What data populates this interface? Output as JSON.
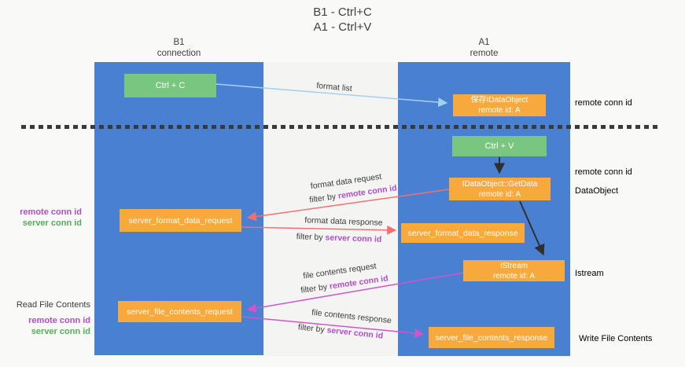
{
  "title": {
    "line1": "B1 - Ctrl+C",
    "line2": "A1 - Ctrl+V"
  },
  "columns": {
    "b1": {
      "name": "B1",
      "role": "connection"
    },
    "a1": {
      "name": "A1",
      "role": "remote"
    }
  },
  "nodes": {
    "ctrl_c": {
      "label": "Ctrl + C"
    },
    "ctrl_v": {
      "label": "Ctrl + V"
    },
    "save_dataobject": {
      "line1": "保存IDataObject",
      "line2": "remote id: A"
    },
    "getdata": {
      "line1": "IDataObject::GetData",
      "line2": "remote id: A"
    },
    "istream": {
      "line1": "IStream",
      "line2": "remote id: A"
    },
    "format_request": {
      "label": "server_format_data_request"
    },
    "format_response": {
      "label": "server_format_data_response"
    },
    "file_request": {
      "label": "server_file_contents_request"
    },
    "file_response": {
      "label": "server_file_contents_response"
    }
  },
  "edge_labels": {
    "format_list": "format list",
    "format_data_request": "format data request",
    "format_data_request_filter": {
      "prefix": "filter by",
      "key": "remote conn id"
    },
    "format_data_response": "format data response",
    "format_data_response_filter": {
      "prefix": "filter by",
      "key": "server conn id"
    },
    "file_contents_request": "file contents request",
    "file_contents_request_filter": {
      "prefix": "filter by",
      "key": "remote conn id"
    },
    "file_contents_response": "file contents response",
    "file_contents_response_filter": {
      "prefix": "filter by",
      "key": "server conn id"
    }
  },
  "side_labels": {
    "left_format": {
      "remote": "remote conn id",
      "server": "server conn id"
    },
    "left_file": {
      "title": "Read File Contents",
      "remote": "remote conn id",
      "server": "server conn id"
    },
    "right": {
      "conn_id_top": "remote conn id",
      "conn_id_mid": "remote conn id",
      "dataobject": "DataObject",
      "istream": "Istream",
      "write": "Write File Contents"
    }
  },
  "colors": {
    "column_blue": "#4a80d2",
    "node_green": "#79c77e",
    "node_orange": "#f8a93c",
    "arrow_blue": "#a3d1ee",
    "arrow_red": "#ef7272",
    "arrow_magenta": "#cf55cb",
    "arrow_black": "#2f2f2f",
    "label_purple": "#ae4fc8",
    "label_green": "#53ae58",
    "dash_line": "#3a3a3a"
  }
}
